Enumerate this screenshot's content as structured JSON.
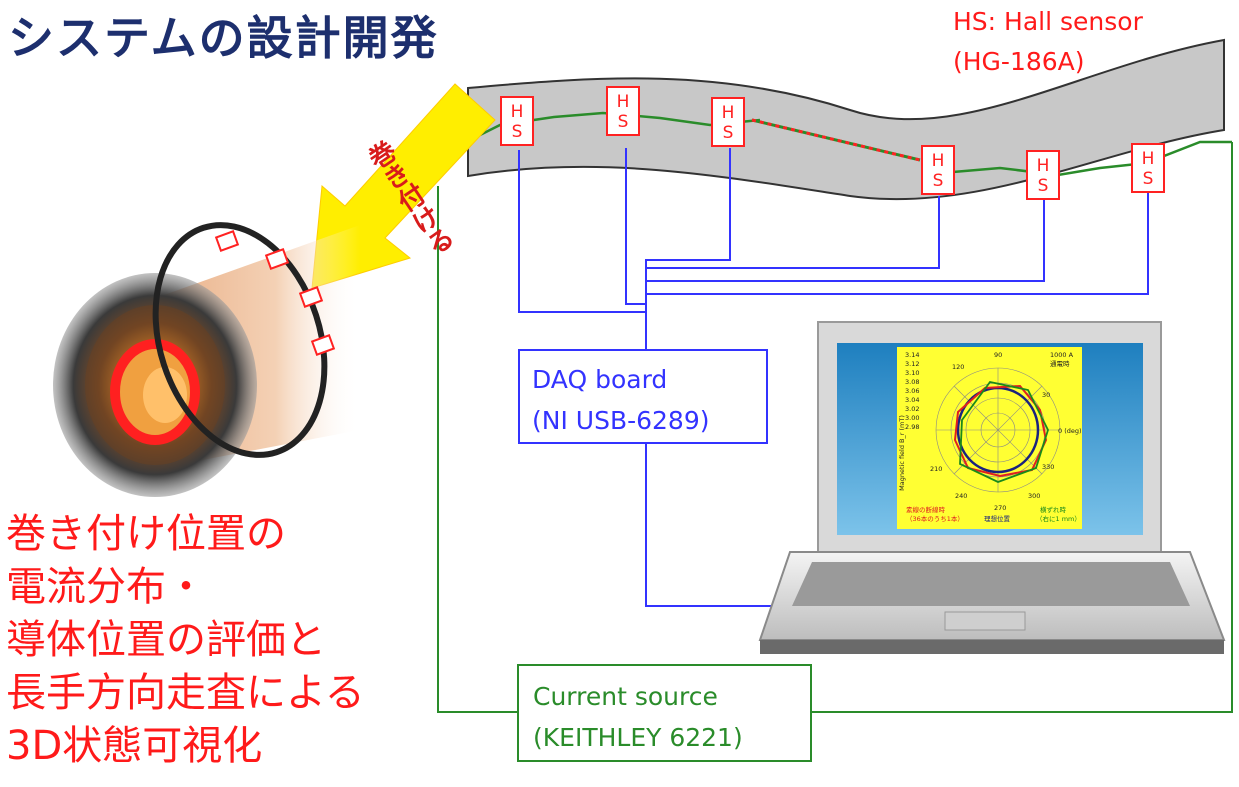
{
  "title": "システムの設計開発",
  "legend": {
    "line1": "HS: Hall sensor",
    "line2": "(HG-186A)"
  },
  "arrow_label": "巻き付ける",
  "sensor": {
    "top": "H",
    "bottom": "S"
  },
  "daq_board": {
    "line1": "DAQ board",
    "line2": "(NI USB-6289)"
  },
  "current_source": {
    "line1": "Current source",
    "line2": "(KEITHLEY 6221)"
  },
  "caption": {
    "line1": "巻き付け位置の",
    "line2": "電流分布・",
    "line3": "導体位置の評価と",
    "line4": "長手方向走査による",
    "line5": "3D状態可視化"
  },
  "plot": {
    "ylabel": "Magnetic field B_r (mT)",
    "yticks": [
      "3.14",
      "3.12",
      "3.10",
      "3.08",
      "3.06",
      "3.04",
      "3.02",
      "3.00",
      "2.98"
    ],
    "angle_labels": [
      "90",
      "120",
      "30",
      "0 (deg)",
      "330",
      "300",
      "270",
      "240",
      "210"
    ],
    "corner_top_right_1": "1000 A",
    "corner_top_right_2": "通電時",
    "bottom_left_1": "素線の断線時",
    "bottom_left_2": "（36本のうち1本）",
    "bottom_center": "理想位置",
    "bottom_right_1": "横ずれ時",
    "bottom_right_2": "（右に1 mm）"
  },
  "colors": {
    "title": "#1d2f6e",
    "accent_red": "#ff1a1a",
    "signal_blue": "#3333ff",
    "power_green": "#2a8c2a",
    "plot_bg": "#ffff33"
  }
}
